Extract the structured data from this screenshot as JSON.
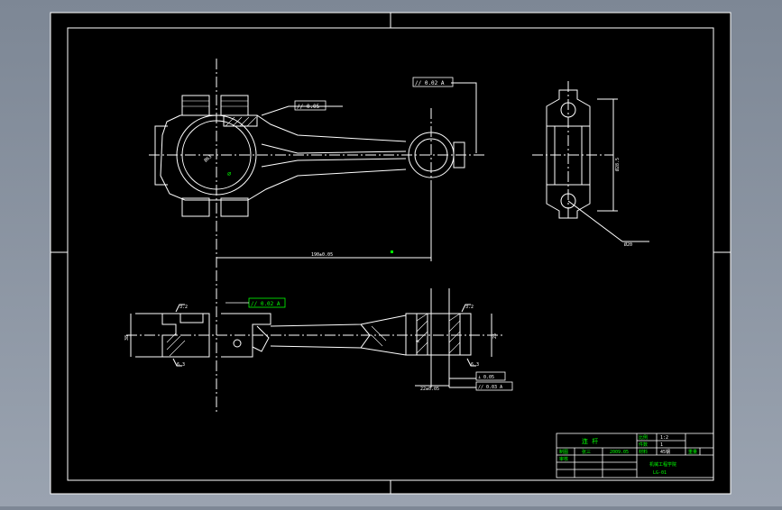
{
  "drawing": {
    "background": "#000000",
    "line_color": "#ffffff",
    "annotation_color": "#00ff00",
    "accent_color": "#ff3030"
  },
  "annotations": {
    "top_parallelism": "// 0.02 A",
    "flatness_top": "// 0.05",
    "center_distance": "190±0.05",
    "right_dim": "Ø28.5",
    "right_dim_bottom": "Ø20",
    "bore_note": "Ø63",
    "side_parallelism": "// 0.02 A",
    "left_height": "38",
    "right_height": "25",
    "bottom_width": "22±0.05",
    "ra_left_top": "3.2",
    "ra_left_bottom": "6.3",
    "ra_right_top": "3.2",
    "ra_right_bottom": "6.3",
    "flatness_bottom_1": "⊥ 0.05",
    "flatness_bottom_2": "// 0.03 A",
    "datum": "A"
  },
  "title_block": {
    "part_name": "连 杆",
    "scale_label": "比例",
    "scale_value": "1:2",
    "quantity_label": "件数",
    "quantity_value": "1",
    "drawn_label": "制图",
    "drawn_name": "张三",
    "drawn_date": "2009.05",
    "checked_label": "审核",
    "material_label": "材料",
    "material_value": "45钢",
    "weight_label": "重量",
    "school": "机械工程学院",
    "drawing_no": "LG-01"
  }
}
